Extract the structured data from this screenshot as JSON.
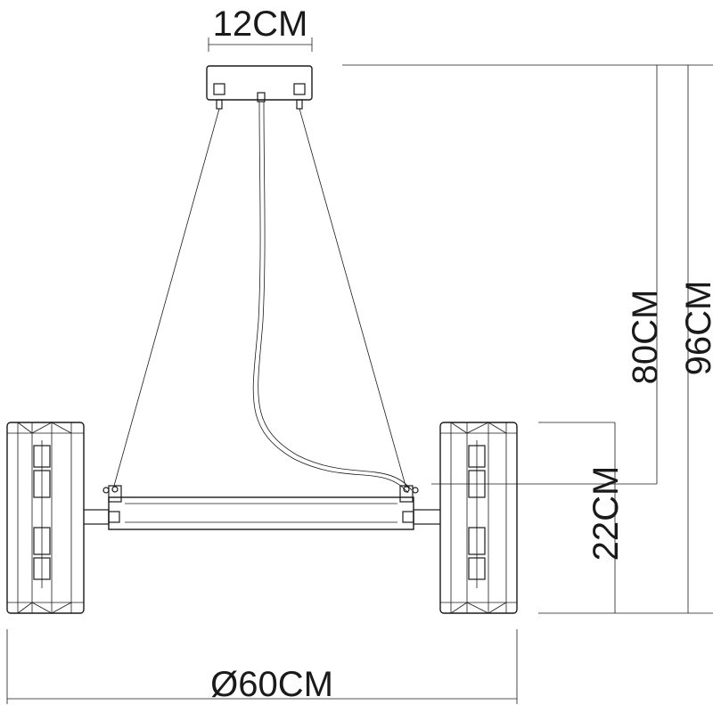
{
  "dimensions": {
    "canopy_width": "12CM",
    "drop_length": "80CM",
    "total_height": "96CM",
    "shade_height": "22CM",
    "diameter": "Ø60CM"
  }
}
